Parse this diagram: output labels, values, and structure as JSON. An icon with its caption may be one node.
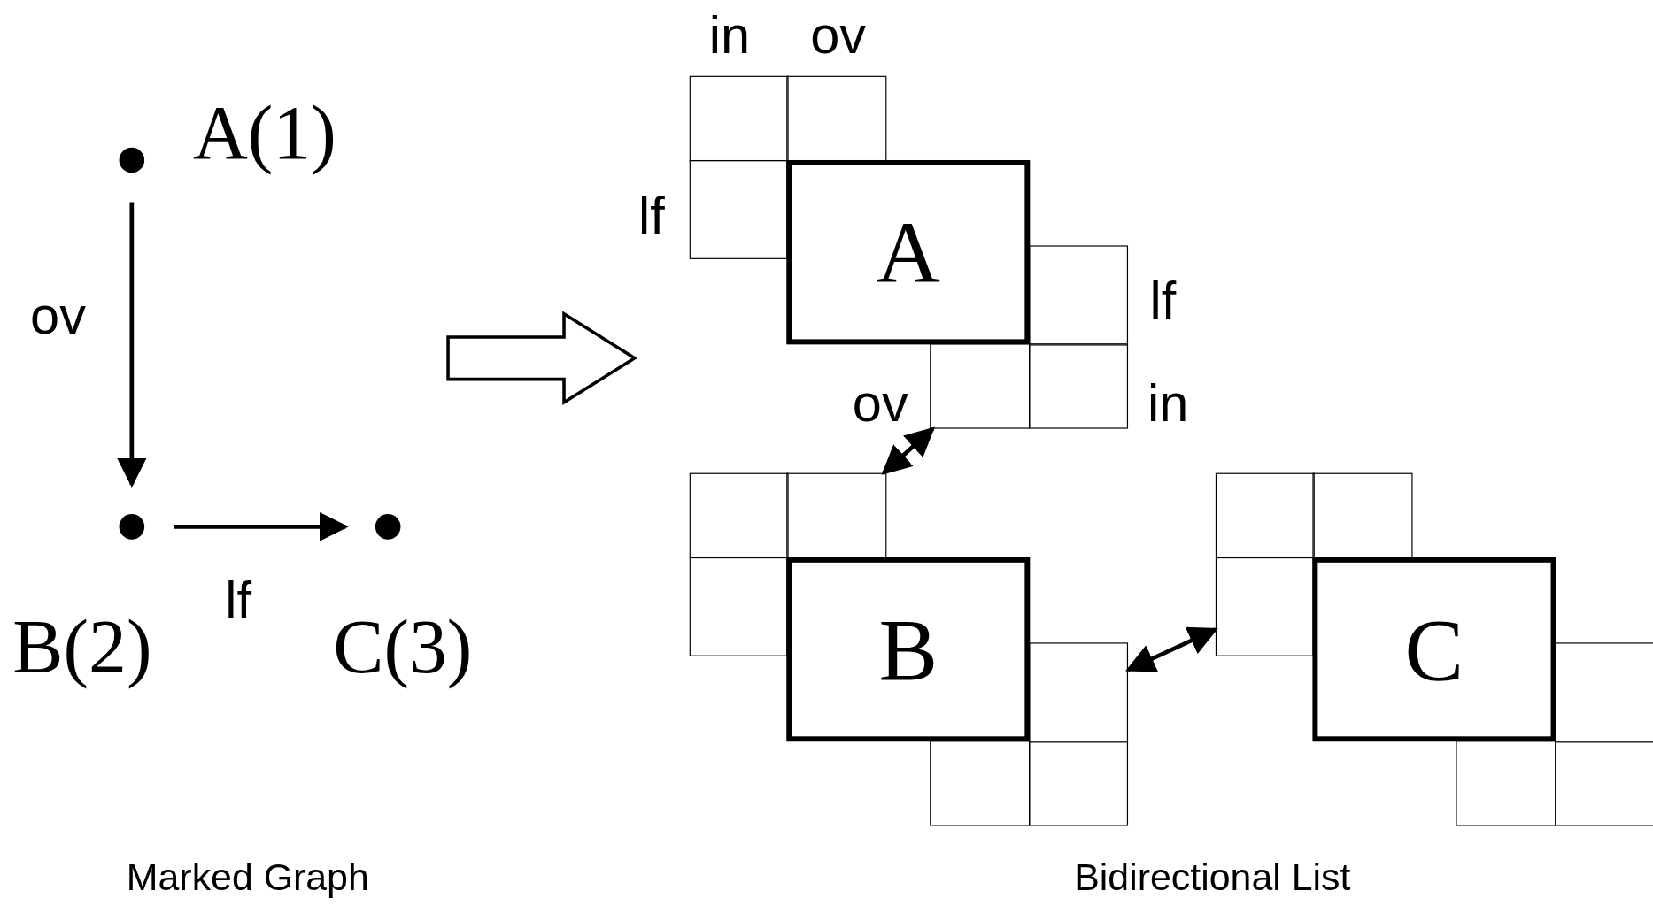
{
  "diagram": {
    "nodes": [
      {
        "text": [],
        "shape": "circle",
        "beside": [
          "A(1)"
        ]
      },
      {
        "text": [],
        "shape": "circle",
        "beside": [
          "B(2)"
        ]
      },
      {
        "text": [],
        "shape": "circle",
        "beside": [
          "C(3)"
        ]
      },
      {
        "text": [
          "A"
        ]
      },
      {
        "text": [],
        "shape": "box"
      },
      {
        "text": [],
        "shape": "box"
      },
      {
        "text": [],
        "shape": "box"
      },
      {
        "text": [],
        "shape": "box"
      },
      {
        "text": [],
        "shape": "box"
      },
      {
        "text": [],
        "shape": "box"
      },
      {
        "text": [
          "B"
        ]
      },
      {
        "text": [],
        "shape": "box"
      },
      {
        "text": [],
        "shape": "box"
      },
      {
        "text": [],
        "shape": "box"
      },
      {
        "text": [],
        "shape": "box"
      },
      {
        "text": [],
        "shape": "box"
      },
      {
        "text": [],
        "shape": "box"
      },
      {
        "text": [
          "C"
        ]
      },
      {
        "text": [],
        "shape": "box"
      },
      {
        "text": [],
        "shape": "box"
      },
      {
        "text": [],
        "shape": "box"
      },
      {
        "text": [],
        "shape": "box"
      },
      {
        "text": [],
        "shape": "box"
      },
      {
        "text": [],
        "shape": "box"
      }
    ],
    "edges": [
      {
        "from": 0,
        "to": 1,
        "arrow": "to",
        "label": "ov"
      },
      {
        "from": 1,
        "to": 2,
        "arrow": "to",
        "label": "lf"
      },
      {
        "from": 8,
        "to": 12,
        "arrow": "both"
      },
      {
        "from": 20,
        "to": 14,
        "arrow": "both"
      }
    ],
    "labels": [
      "in",
      "ov",
      "lf",
      "lf",
      "ov",
      "in",
      "Marked Graph",
      "Bidirectional List"
    ]
  }
}
